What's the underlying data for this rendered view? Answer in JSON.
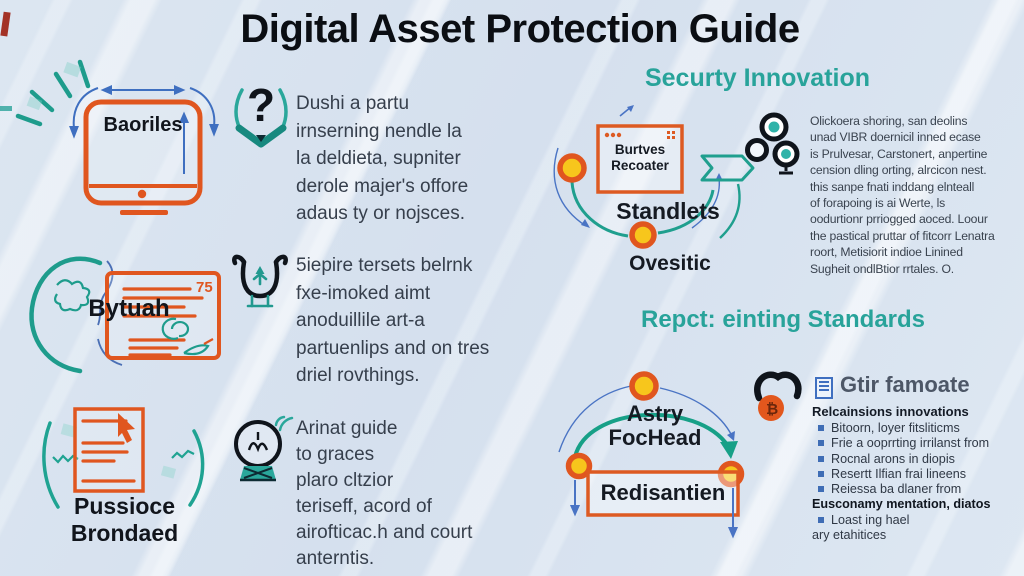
{
  "title": "Digital Asset Protection Guide",
  "colors": {
    "accent_orange": "#e0561f",
    "accent_teal": "#21998f",
    "accent_blue": "#3f6fc0",
    "gold": "#f7c61c",
    "heading_teal": "#28a39a"
  },
  "icons": {
    "question_glyph": "?",
    "bitcoin_glyph": "₿"
  },
  "left": {
    "monitor_label": "Baoriles",
    "head_card_label": "Bytuah",
    "head_card_badge": "75",
    "doc_label": "Pussioce\nBrondaed"
  },
  "middle": {
    "blocks": [
      {
        "icon": "question-mark-icon",
        "text": "Dushi a partu\nirnserning nendle la\nla deldieta, supniter\nderole majer's offore\nadaus ty or nojsces."
      },
      {
        "icon": "anchor-icon",
        "text": "5iepire tersets belrnk\nfxe-imoked aimt\nanoduillile art-a\npartuenlips and on tres\ndriel rovthings."
      },
      {
        "icon": "lightbulb-icon",
        "text": "Arinat guide\nto graces\nplaro cltzior\nteriseff, acord of\nairofticac.h and court\nanterntis."
      }
    ]
  },
  "security": {
    "heading": "Securty Innovation",
    "box_label": "Burtves\nRecoater",
    "label_standlets": "Standlets",
    "label_ovesitic": "Ovesitic",
    "paragraph": "Olickoera shoring, san deolins\nunad VIBR doernicil inned ecase\nis Prulvesar, Carstonert, anpertine\ncension dling orting, alrcicon nest.\nthis sanpe fnati inddang elnteall\nof forapoing is ai Werte, ls\noodurtionr prriogged aoced. Loour\nthe pastical pruttar of fitcorr Lenatra\nroort, Metisiorit indioe Linined\nSugheit ondlBtior rrtales. O."
  },
  "reporting": {
    "heading": "Repct: einting Standards",
    "arc_label": "Astry\nFocHead",
    "box_label": "Redisantien",
    "panel": {
      "title": "Gtir famoate",
      "subtitle": "Relcainsions innovations",
      "bullets": [
        "Bitoorn, loyer fitsliticms",
        "Frie a ooprrting irrilanst from",
        "Rocnal arons in diopis",
        "Resertt Ilfian frai lineens",
        "Reiessa ba dlaner from"
      ],
      "bold_line": "Eusconamy mentation, diatos",
      "extra_bullet": "Loast ing hael",
      "tail": "ary etahitices"
    }
  }
}
